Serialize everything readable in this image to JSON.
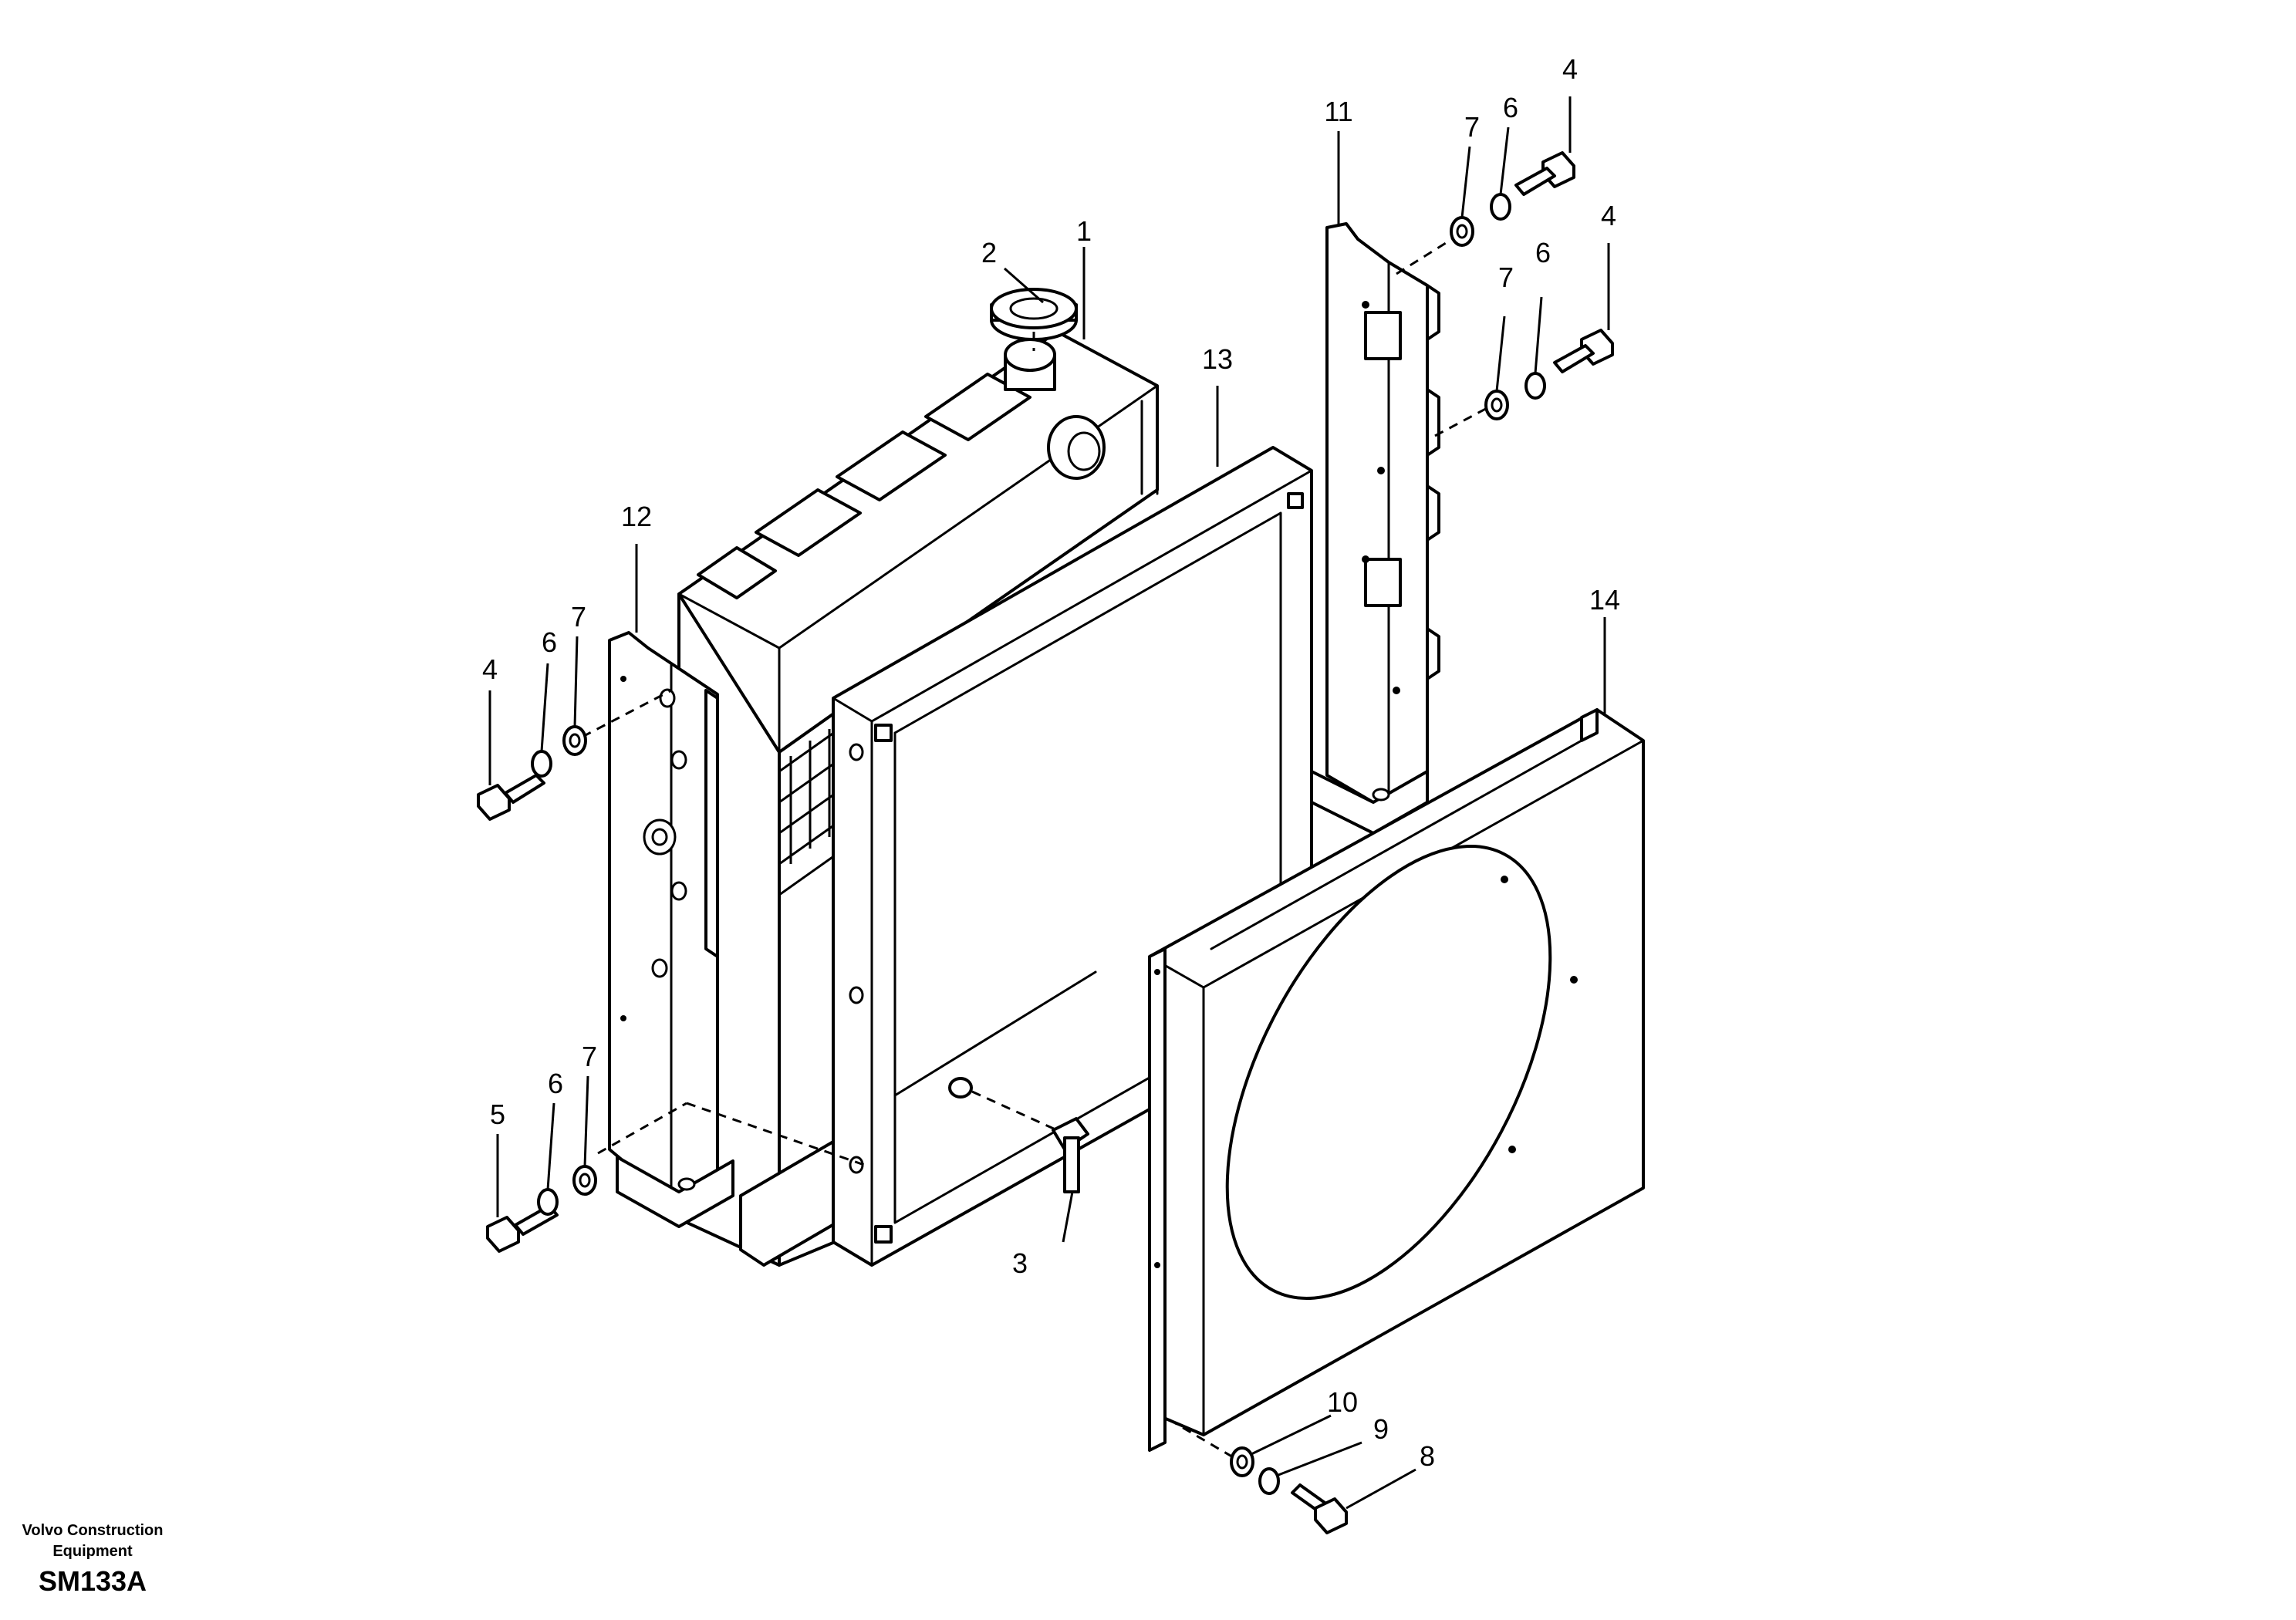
{
  "footer": {
    "company_line1": "Volvo Construction",
    "company_line2": "Equipment",
    "drawing_code": "SM133A"
  },
  "callouts": {
    "c1": "1",
    "c2": "2",
    "c3": "3",
    "c4a": "4",
    "c4b": "4",
    "c4c": "4",
    "c5": "5",
    "c6a": "6",
    "c6b": "6",
    "c6c": "6",
    "c6d": "6",
    "c7a": "7",
    "c7b": "7",
    "c7c": "7",
    "c7d": "7",
    "c8": "8",
    "c9": "9",
    "c10": "10",
    "c11": "11",
    "c12": "12",
    "c13": "13",
    "c14": "14"
  }
}
